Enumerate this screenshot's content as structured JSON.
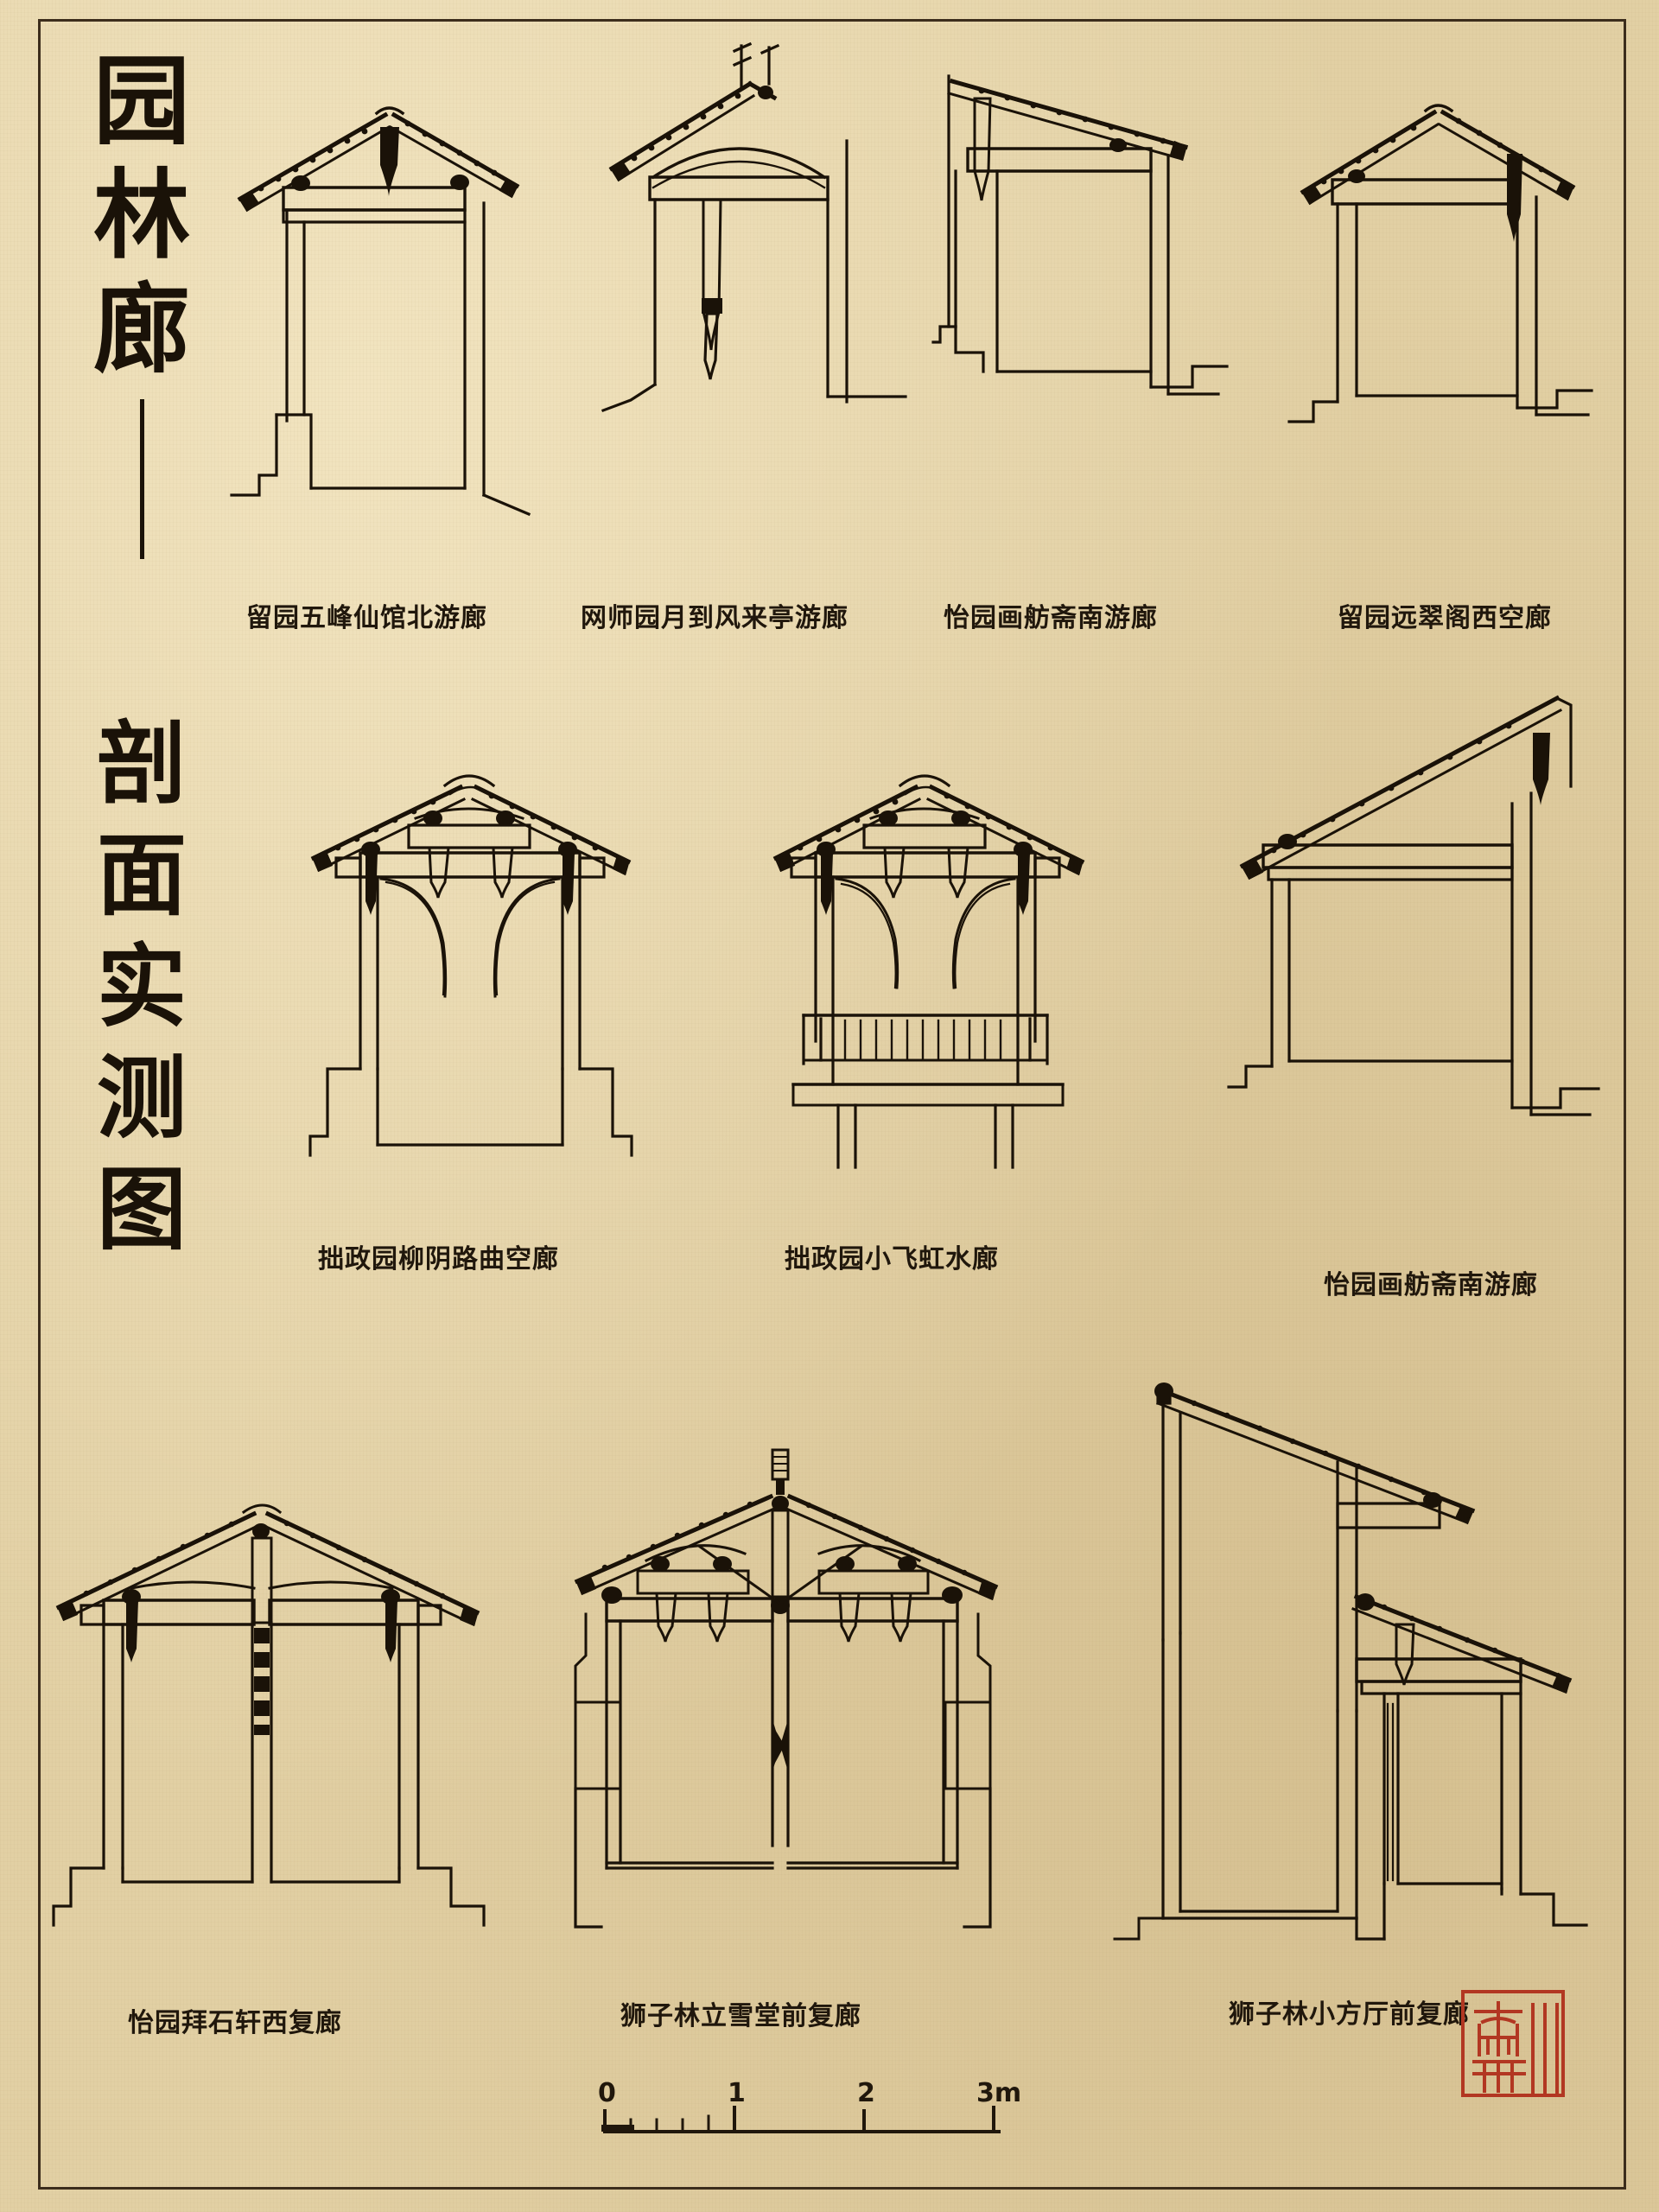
{
  "sheet": {
    "title_chars": [
      "园",
      "林",
      "廊"
    ],
    "subtitle_chars": [
      "剖",
      "面",
      "实",
      "测",
      "图"
    ],
    "title_full": "园林廊",
    "subtitle_full": "剖面实测图",
    "paper_color": "#e2d0a4",
    "ink_color": "#1a1208",
    "seal_color": "#b23722"
  },
  "plates": [
    {
      "id": "p1",
      "caption": "留园五峰仙馆北游廊",
      "type": "single-corridor-gable",
      "row": 1
    },
    {
      "id": "p2",
      "caption": "网师园月到风来亭游廊",
      "type": "lean-to-arched-ceiling",
      "row": 1
    },
    {
      "id": "p3",
      "caption": "怡园画舫斋南游廊",
      "type": "lean-to-single-slope",
      "row": 1
    },
    {
      "id": "p4",
      "caption": "留园远翠阁西空廊",
      "type": "single-corridor-gable",
      "row": 1
    },
    {
      "id": "p5",
      "caption": "拙政园柳阴路曲空廊",
      "type": "open-corridor-brackets",
      "row": 2
    },
    {
      "id": "p6",
      "caption": "拙政园小飞虹水廊",
      "type": "water-corridor-railing",
      "row": 2
    },
    {
      "id": "p7",
      "caption": "怡园画舫斋南游廊",
      "type": "lean-to-wall-high",
      "row": 2
    },
    {
      "id": "p8",
      "caption": "怡园拜石轩西复廊",
      "type": "double-corridor-lattice",
      "row": 3
    },
    {
      "id": "p9",
      "caption": "狮子林立雪堂前复廊",
      "type": "double-corridor-gable",
      "row": 3
    },
    {
      "id": "p10",
      "caption": "狮子林小方厅前复廊",
      "type": "double-corridor-stepped",
      "row": 3
    }
  ],
  "scale_bar": {
    "labels": [
      "0",
      "1",
      "2",
      "3m"
    ],
    "unit": "m",
    "max": 3,
    "minor_ticks": 5
  },
  "seal": {
    "shape": "square-relief-seal",
    "color": "#b23722"
  }
}
